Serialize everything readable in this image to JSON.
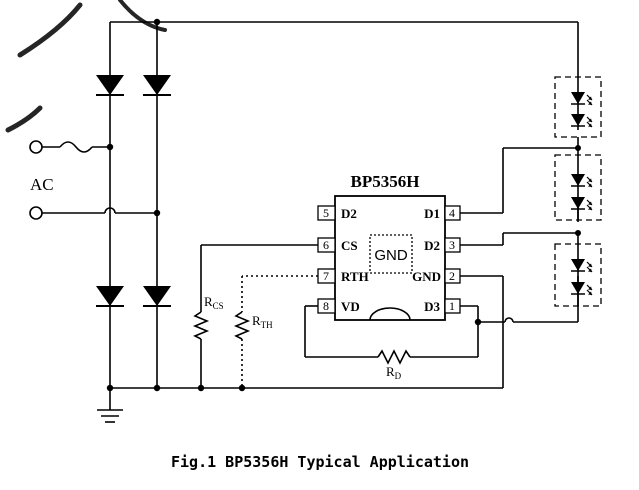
{
  "diagram": {
    "chip_name": "BP5356H",
    "gnd_pad_label": "GND",
    "input_label": "AC",
    "caption": "Fig.1 BP5356H Typical Application",
    "watermark_text": "C S",
    "pins": {
      "p1": {
        "num": "1",
        "name": "D3"
      },
      "p2": {
        "num": "2",
        "name": "GND"
      },
      "p3": {
        "num": "3",
        "name": "D2"
      },
      "p4": {
        "num": "4",
        "name": "D1"
      },
      "p5": {
        "num": "5",
        "name": "D2"
      },
      "p6": {
        "num": "6",
        "name": "CS"
      },
      "p7": {
        "num": "7",
        "name": "RTH"
      },
      "p8": {
        "num": "8",
        "name": "VD"
      }
    },
    "resistors": {
      "rcs": {
        "main": "R",
        "sub": "CS"
      },
      "rth": {
        "main": "R",
        "sub": "TH"
      },
      "rd": {
        "main": "R",
        "sub": "D"
      }
    },
    "colors": {
      "line": "#000000",
      "background": "#ffffff",
      "watermark": "#000000"
    }
  }
}
